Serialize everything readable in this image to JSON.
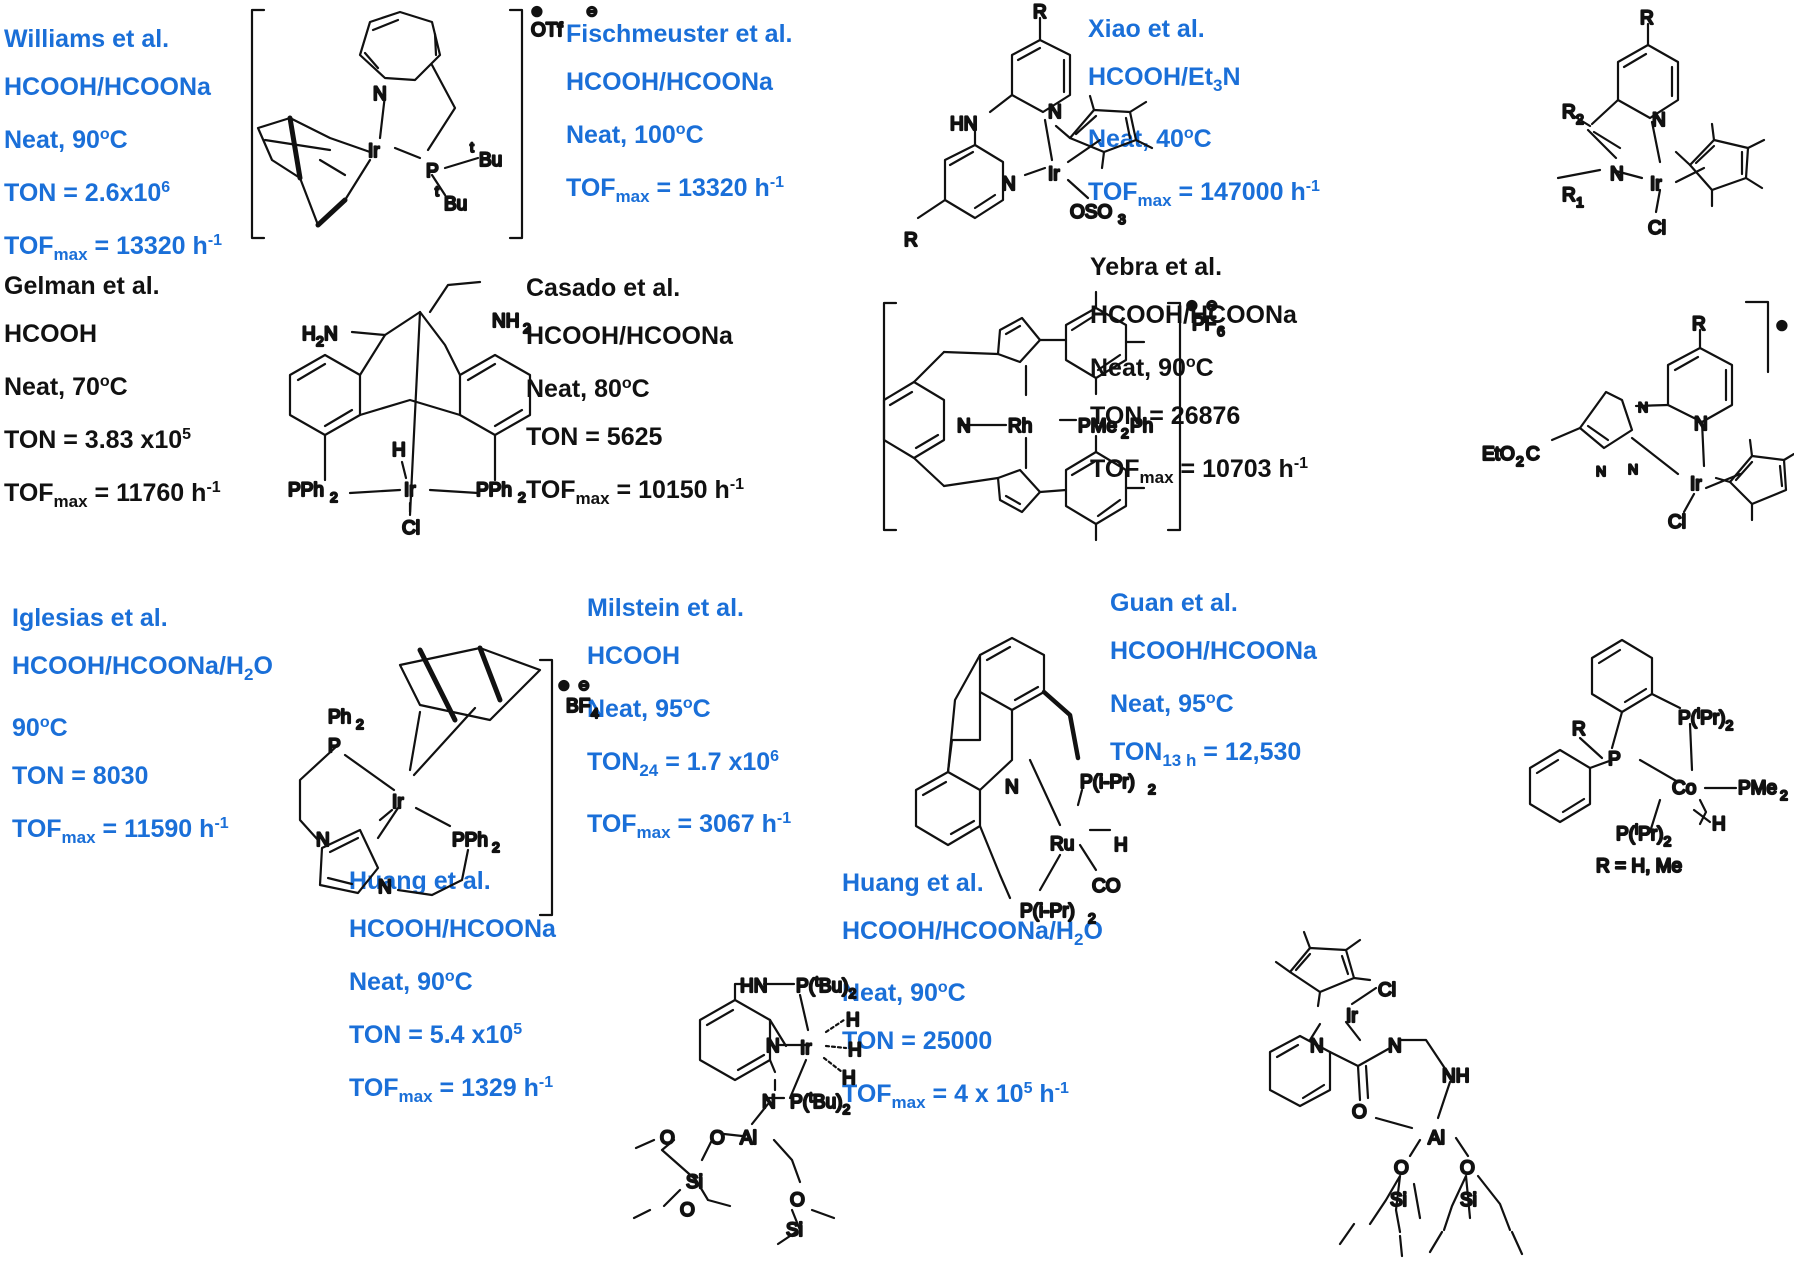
{
  "colors": {
    "blue_text": "#1a6fd8",
    "black_text": "#111111",
    "structure": "#111111"
  },
  "entries": [
    {
      "id": "williams",
      "color": "blue",
      "author": "Williams et al.",
      "conditions": "HCOOH/HCOONa",
      "temp": "Neat, 90",
      "temp_unit": "C",
      "metric1_label": "TON = 2.6x10",
      "metric1_exp": "6",
      "metric2_label": "TOF",
      "metric2_sub": "max",
      "metric2_value": " = 13320 h",
      "metric2_exp": "-1"
    },
    {
      "id": "fischmeuster",
      "color": "blue",
      "author": "Fischmeuster et al.",
      "conditions": "HCOOH/HCOONa",
      "temp": "Neat, 100",
      "temp_unit": "C",
      "metric2_label": "TOF",
      "metric2_sub": "max",
      "metric2_value": " = 13320 h",
      "metric2_exp": "-1"
    },
    {
      "id": "xiao",
      "color": "blue",
      "author": "Xiao et al.",
      "conditions_pre": "HCOOH/Et",
      "conditions_sub": "3",
      "conditions_post": "N",
      "temp": "Neat, 40",
      "temp_unit": "C",
      "metric2_label": "TOF",
      "metric2_sub": "max",
      "metric2_value": " = 147000 h",
      "metric2_exp": "-1"
    },
    {
      "id": "gelman",
      "color": "black",
      "author": "Gelman et al.",
      "conditions": "HCOOH",
      "temp": "Neat, 70",
      "temp_unit": "C",
      "metric1_label": "TON = 3.83 x10",
      "metric1_exp": "5",
      "metric2_label": "TOF",
      "metric2_sub": "max",
      "metric2_value": " = 11760 h",
      "metric2_exp": "-1"
    },
    {
      "id": "casado",
      "color": "black",
      "author": "Casado et al.",
      "conditions": "HCOOH/HCOONa",
      "temp": "Neat, 80",
      "temp_unit": "C",
      "metric1_label": "TON = 5625",
      "metric2_label": "TOF",
      "metric2_sub": "max",
      "metric2_value": " = 10150 h",
      "metric2_exp": "-1"
    },
    {
      "id": "yebra",
      "color": "black",
      "author": "Yebra et al.",
      "conditions": "HCOOH/HCOONa",
      "temp": "Neat, 90",
      "temp_unit": "C",
      "metric1_label": "TON = 26876",
      "metric2_label": "TOF",
      "metric2_sub": "max",
      "metric2_value": " = 10703 h",
      "metric2_exp": "-1"
    },
    {
      "id": "iglesias",
      "color": "blue",
      "author": "Iglesias et al.",
      "conditions_pre": "HCOOH/HCOONa/H",
      "conditions_sub": "2",
      "conditions_post": "O",
      "temp": "90",
      "temp_unit": "C",
      "metric1_label": "TON = 8030",
      "metric2_label": "TOF",
      "metric2_sub": "max",
      "metric2_value": " = 11590 h",
      "metric2_exp": "-1"
    },
    {
      "id": "milstein",
      "color": "blue",
      "author": "Milstein et al.",
      "conditions": "HCOOH",
      "temp": "Neat, 95",
      "temp_unit": "C",
      "metric1_label": "TON",
      "metric1_sub": "24",
      "metric1_value": " = 1.7 x10",
      "metric1_exp": "6",
      "metric2_label": "TOF",
      "metric2_sub": "max",
      "metric2_value": " = 3067 h",
      "metric2_exp": "-1"
    },
    {
      "id": "guan",
      "color": "blue",
      "author": "Guan et al.",
      "conditions": "HCOOH/HCOONa",
      "temp": "Neat, 95",
      "temp_unit": "C",
      "metric1_label": "TON",
      "metric1_sub": "13 h",
      "metric1_value": " = 12,530"
    },
    {
      "id": "huang1",
      "color": "blue",
      "author": "Huang et al.",
      "conditions": "HCOOH/HCOONa",
      "temp": "Neat, 90",
      "temp_unit": "C",
      "metric1_label": "TON = 5.4 x10",
      "metric1_exp": "5",
      "metric2_label": "TOF",
      "metric2_sub": "max",
      "metric2_value": " = 1329 h",
      "metric2_exp": "-1"
    },
    {
      "id": "huang2",
      "color": "blue",
      "author": "Huang et al.",
      "conditions_pre": "HCOOH/HCOONa/H",
      "conditions_sub": "2",
      "conditions_post": "O",
      "temp": "Neat, 90",
      "temp_unit": "C",
      "metric1_label": "TON = 25000",
      "metric2_label": "TOF",
      "metric2_sub": "max",
      "metric2_value": " = 4 x 10",
      "metric2_exp2": "5",
      "metric2_tail": " h",
      "metric2_exp": "-1"
    }
  ],
  "structure_labels": {
    "williams": {
      "metal": "Ir",
      "n": "N",
      "p": "P",
      "tbu1": "Bu",
      "tbu2": "Bu",
      "t": "t",
      "anion": "OTf",
      "plus": "⊕",
      "minus": "⊖"
    },
    "fischmeuster": {
      "metal": "Ir",
      "r1": "R",
      "r2": "R",
      "hn": "HN",
      "n1": "N",
      "n2": "N",
      "oso": "OSO",
      "sub3": "3"
    },
    "xiao": {
      "metal": "Ir",
      "r": "R",
      "r2": "R",
      "r2sub": "2",
      "r1": "R",
      "r1sub": "1",
      "n1": "N",
      "n2": "N",
      "cl": "Cl"
    },
    "gelman": {
      "metal": "Ir",
      "h2n": "H",
      "h2nsub": "2",
      "h2nN": "N",
      "nh2": "NH",
      "nh2sub": "2",
      "pph2a": "PPh",
      "pph2b": "PPh",
      "sub2": "2",
      "h": "H",
      "cl": "Cl"
    },
    "casado": {
      "metal": "Rh",
      "ligand": "PMe",
      "ligand_sub": "2",
      "ligand_tail": "Ph",
      "n": "N",
      "anion": "PF",
      "anion_sub": "6",
      "plus": "⊕",
      "minus": "⊖"
    },
    "yebra": {
      "metal": "Ir",
      "r": "R",
      "ester": "EtO",
      "ester_sub": "2",
      "ester_tail": "C",
      "n": "N",
      "cl": "Cl",
      "plus": "⊕"
    },
    "iglesias": {
      "metal": "Ir",
      "pph2a": "Ph",
      "pph2a_sub": "2",
      "p": "P",
      "pph2b": "PPh",
      "pph2b_sub": "2",
      "n": "N",
      "anion": "BF",
      "anion_sub": "4",
      "plus": "⊕",
      "minus": "⊖"
    },
    "milstein": {
      "metal": "Ru",
      "n": "N",
      "p1": "P(i-Pr)",
      "p1sub": "2",
      "p2": "P(i-Pr)",
      "p2sub": "2",
      "h": "H",
      "co": "CO"
    },
    "guan": {
      "metal": "Co",
      "p": "P",
      "r": "R",
      "pipr1": "P(",
      "pipr_i": "i",
      "pipr_end": "Pr)",
      "pipr_sub": "2",
      "pme2": "PMe",
      "pme2_sub": "2",
      "h": "H",
      "note": "R = H, Me"
    },
    "huang1": {
      "metal": "Ir",
      "hn": "HN",
      "ptbu": "P(",
      "t": "t",
      "bu": "Bu)",
      "sub2": "2",
      "n": "N",
      "h": "H",
      "al": "Al",
      "o": "O",
      "si": "Si"
    },
    "huang2": {
      "metal": "Ir",
      "cl": "Cl",
      "n": "N",
      "nh": "NH",
      "o": "O",
      "al": "Al",
      "si": "Si"
    }
  }
}
